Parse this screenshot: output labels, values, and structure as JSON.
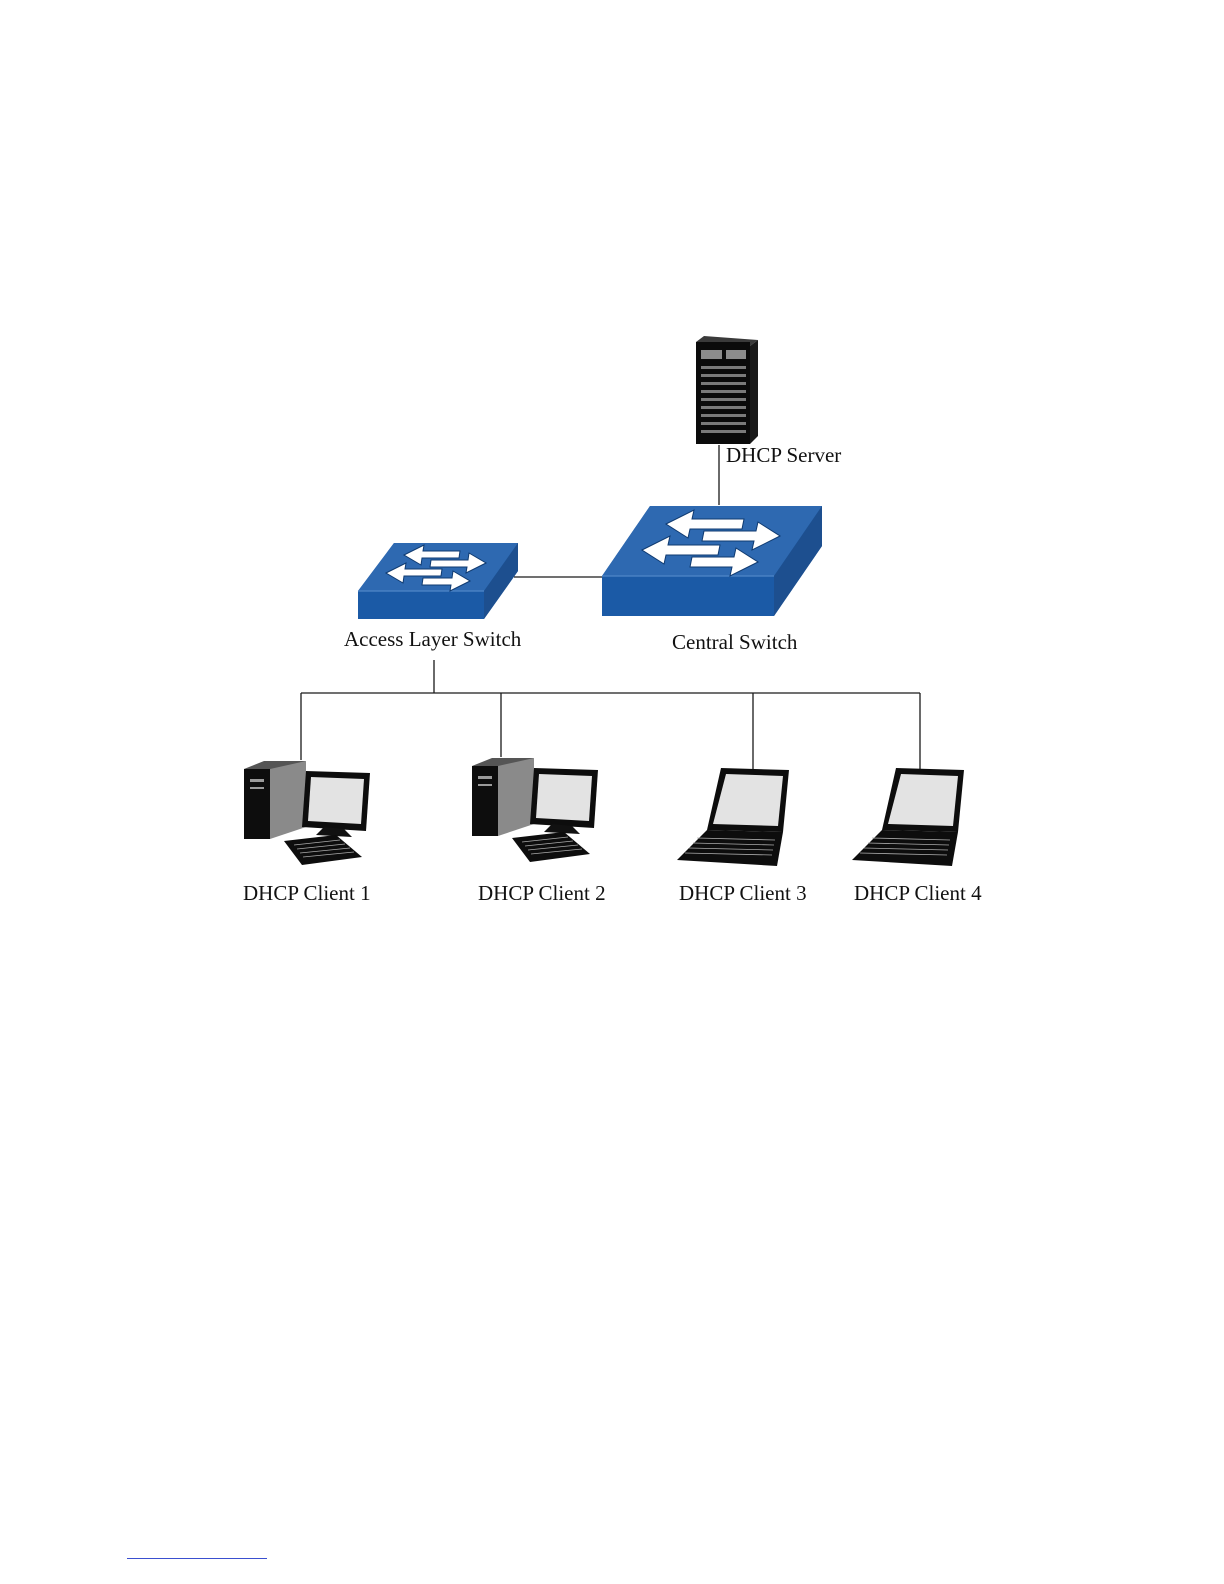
{
  "diagram": {
    "labels": {
      "dhcp_server": "DHCP Server",
      "central_switch": "Central Switch",
      "access_switch": "Access Layer Switch",
      "client_1": "DHCP Client 1",
      "client_2": "DHCP Client 2",
      "client_3": "DHCP Client 3",
      "client_4": "DHCP Client 4"
    },
    "icons": {
      "server": "server-tower-icon",
      "switch": "network-switch-icon",
      "desktop": "desktop-computer-icon",
      "laptop": "laptop-icon"
    },
    "colors": {
      "switch_top": "#2d67b0",
      "switch_front": "#1b5aa6",
      "switch_side": "#1d4f8f",
      "line": "#1a1a1a"
    }
  }
}
